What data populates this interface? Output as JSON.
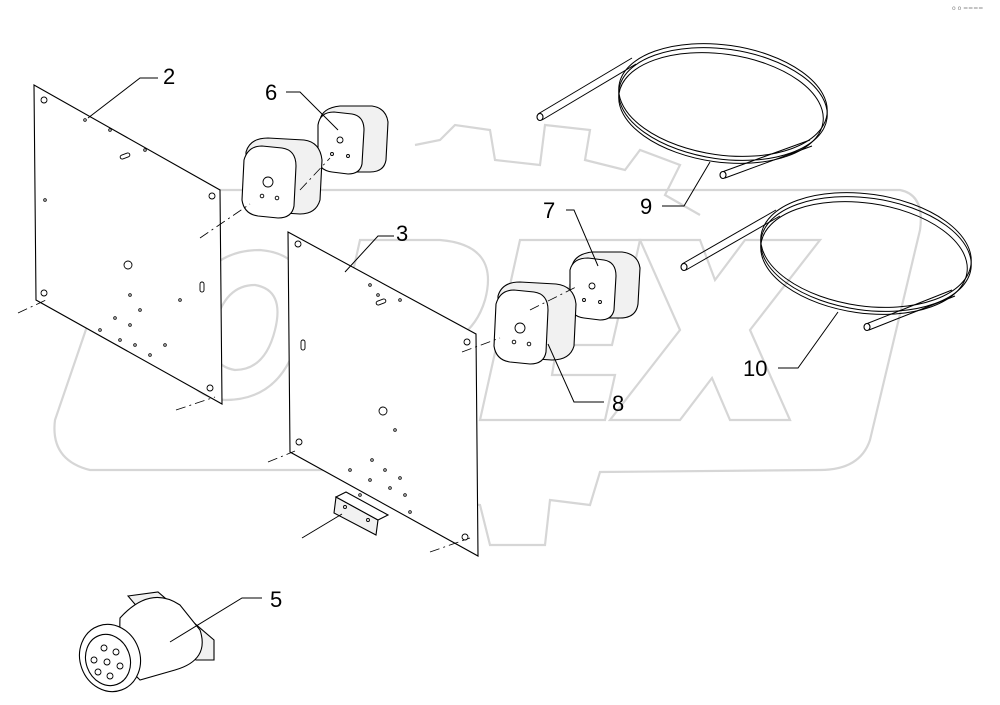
{
  "corner_mark": "o o ====",
  "callouts": [
    {
      "id": "2",
      "label": "2"
    },
    {
      "id": "3",
      "label": "3"
    },
    {
      "id": "5",
      "label": "5"
    },
    {
      "id": "6",
      "label": "6"
    },
    {
      "id": "7",
      "label": "7"
    },
    {
      "id": "8",
      "label": "8"
    },
    {
      "id": "9",
      "label": "9"
    },
    {
      "id": "10",
      "label": "10"
    }
  ],
  "watermark": "OPEX"
}
